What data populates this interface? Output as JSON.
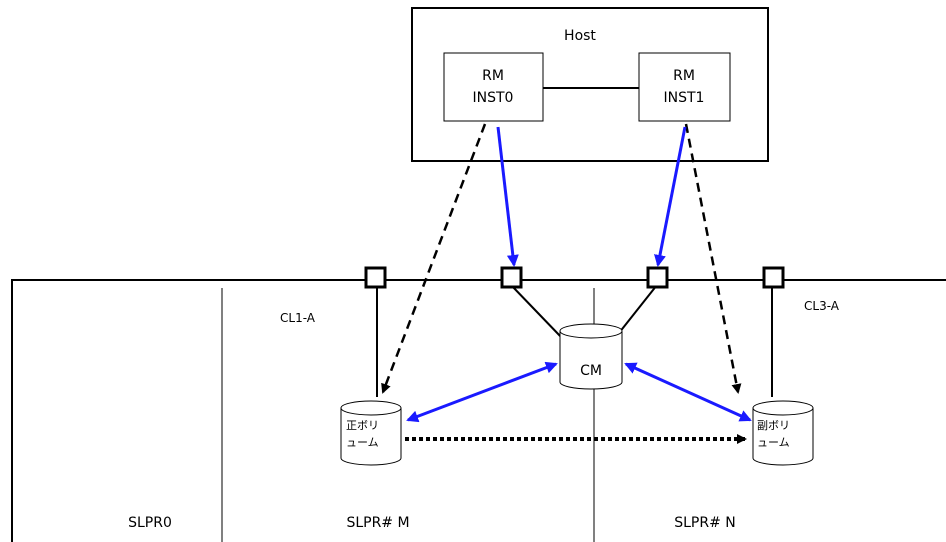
{
  "host": {
    "title": "Host"
  },
  "instances": [
    {
      "line1": "RM",
      "line2": "INST0"
    },
    {
      "line1": "RM",
      "line2": "INST1"
    }
  ],
  "ports": [
    {
      "label": "CL1-A"
    },
    {
      "label": "CL3-A"
    }
  ],
  "volumes": {
    "primary": {
      "line1": "正ボリ",
      "line2": "ューム"
    },
    "secondary": {
      "line1": "副ボリ",
      "line2": "ューム"
    },
    "command_device": {
      "label": "CM"
    }
  },
  "partitions": [
    {
      "label": "SLPR0"
    },
    {
      "label": "SLPR# M"
    },
    {
      "label": "SLPR# N"
    }
  ],
  "colors": {
    "blue_arrow": "#1a1aff",
    "line": "#000000"
  }
}
